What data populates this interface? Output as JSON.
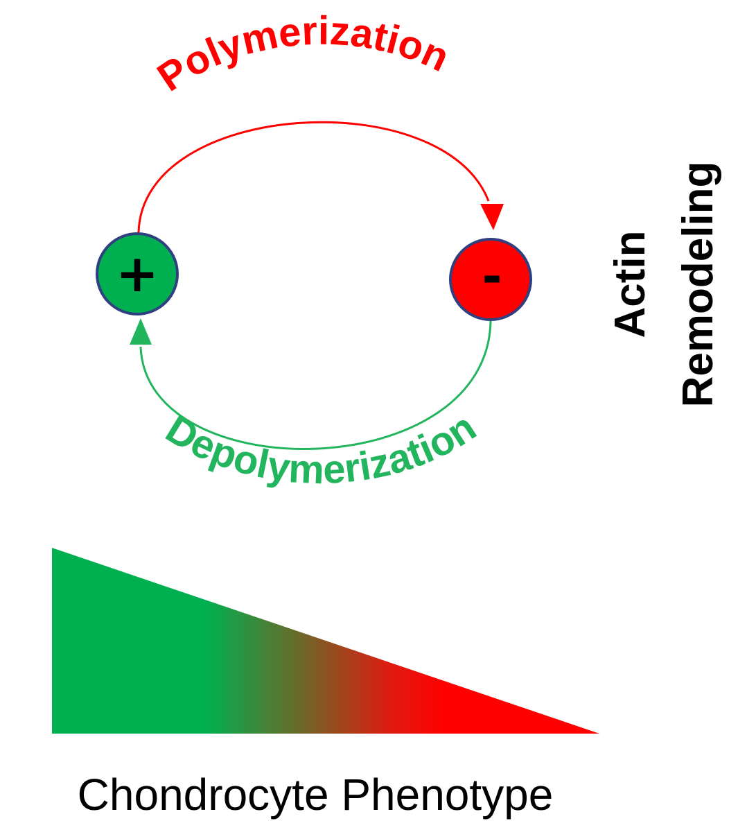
{
  "cycle": {
    "top_label": "Polymerization",
    "bottom_label": "Depolymerization",
    "plus_node": {
      "symbol": "+",
      "fill": "#00b050"
    },
    "minus_node": {
      "symbol": "-",
      "fill": "#ff0000"
    },
    "node_border_color": "#2f3f7f",
    "top_arrow_color": "#ff0000",
    "bottom_arrow_color": "#22b55e"
  },
  "side_label": {
    "line1": "Actin",
    "line2": "Remodeling"
  },
  "gradient": {
    "start_color": "#00b050",
    "end_color": "#ff0000"
  },
  "bottom_label": "Chondrocyte Phenotype"
}
